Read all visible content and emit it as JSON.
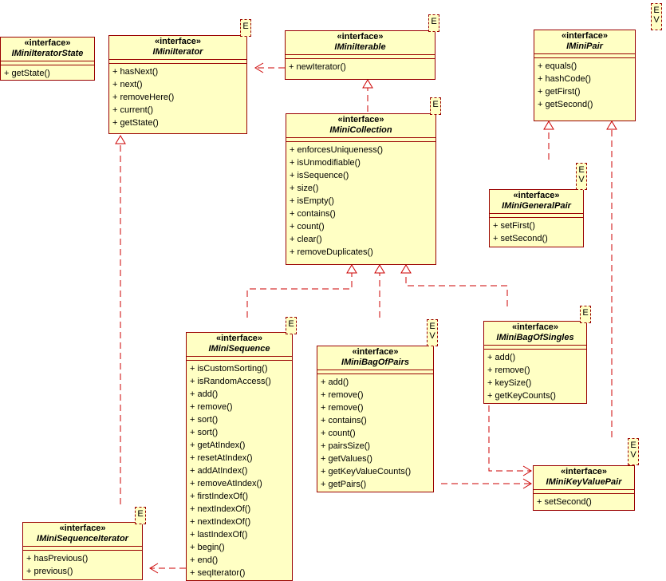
{
  "classes": {
    "iteratorstate": {
      "stereotype": "«interface»",
      "name": "IMiniIteratorState",
      "ops": [
        "+ getState()"
      ]
    },
    "iterator": {
      "stereotype": "«interface»",
      "name": "IMiniIterator",
      "tag": "E",
      "ops": [
        "+ hasNext()",
        "+ next()",
        "+ removeHere()",
        "+ current()",
        "+ getState()"
      ]
    },
    "iterable": {
      "stereotype": "«interface»",
      "name": "IMiniIterable",
      "tag": "E",
      "ops": [
        "+ newIterator()"
      ]
    },
    "pair": {
      "stereotype": "«interface»",
      "name": "IMiniPair",
      "tag": "E V",
      "ops": [
        "+ equals()",
        "+ hashCode()",
        "+ getFirst()",
        "+ getSecond()"
      ]
    },
    "collection": {
      "stereotype": "«interface»",
      "name": "IMiniCollection",
      "tag": "E",
      "ops": [
        "+ enforcesUniqueness()",
        "+ isUnmodifiable()",
        "+ isSequence()",
        "+ size()",
        "+ isEmpty()",
        "+ contains()",
        "+ count()",
        "+ clear()",
        "+ removeDuplicates()"
      ]
    },
    "generalpair": {
      "stereotype": "«interface»",
      "name": "IMiniGeneralPair",
      "tag": "E V",
      "ops": [
        "+ setFirst()",
        "+ setSecond()"
      ]
    },
    "sequence": {
      "stereotype": "«interface»",
      "name": "IMiniSequence",
      "tag": "E",
      "ops": [
        "+ isCustomSorting()",
        "+ isRandomAccess()",
        "+ add()",
        "+ remove()",
        "+ sort()",
        "+ sort()",
        "+ getAtIndex()",
        "+ resetAtIndex()",
        "+ addAtIndex()",
        "+ removeAtIndex()",
        "+ firstIndexOf()",
        "+ nextIndexOf()",
        "+ nextIndexOf()",
        "+ lastIndexOf()",
        "+ begin()",
        "+ end()",
        "+ seqIterator()"
      ]
    },
    "bagofpairs": {
      "stereotype": "«interface»",
      "name": "IMiniBagOfPairs",
      "tag": "E V",
      "ops": [
        "+ add()",
        "+ remove()",
        "+ remove()",
        "+ contains()",
        "+ count()",
        "+ pairsSize()",
        "+ getValues()",
        "+ getKeyValueCounts()",
        "+ getPairs()"
      ]
    },
    "bagofsingles": {
      "stereotype": "«interface»",
      "name": "IMiniBagOfSingles",
      "tag": "E",
      "ops": [
        "+ add()",
        "+ remove()",
        "+ keySize()",
        "+ getKeyCounts()"
      ]
    },
    "keyvaluepair": {
      "stereotype": "«interface»",
      "name": "IMiniKeyValuePair",
      "tag": "E V",
      "ops": [
        "+ setSecond()"
      ]
    },
    "sequenceiterator": {
      "stereotype": "«interface»",
      "name": "IMiniSequenceIterator",
      "tag": "E",
      "ops": [
        "+ hasPrevious()",
        "+ previous()"
      ]
    }
  },
  "relations": [
    {
      "kind": "dependency",
      "from": "IMiniIterable",
      "to": "IMiniIterator"
    },
    {
      "kind": "realization",
      "from": "IMiniCollection",
      "to": "IMiniIterable"
    },
    {
      "kind": "realization",
      "from": "IMiniSequence",
      "to": "IMiniCollection"
    },
    {
      "kind": "realization",
      "from": "IMiniBagOfPairs",
      "to": "IMiniCollection"
    },
    {
      "kind": "realization",
      "from": "IMiniBagOfSingles",
      "to": "IMiniCollection"
    },
    {
      "kind": "realization",
      "from": "IMiniGeneralPair",
      "to": "IMiniPair"
    },
    {
      "kind": "realization",
      "from": "IMiniKeyValuePair",
      "to": "IMiniPair"
    },
    {
      "kind": "realization",
      "from": "IMiniSequenceIterator",
      "to": "IMiniIterator"
    },
    {
      "kind": "dependency",
      "from": "IMiniBagOfPairs",
      "to": "IMiniKeyValuePair"
    },
    {
      "kind": "dependency",
      "from": "IMiniBagOfSingles",
      "to": "IMiniKeyValuePair"
    },
    {
      "kind": "dependency",
      "from": "IMiniSequence",
      "to": "IMiniSequenceIterator"
    }
  ],
  "colors": {
    "fill": "#ffffc4",
    "border": "#990000",
    "line": "#cc0000"
  }
}
